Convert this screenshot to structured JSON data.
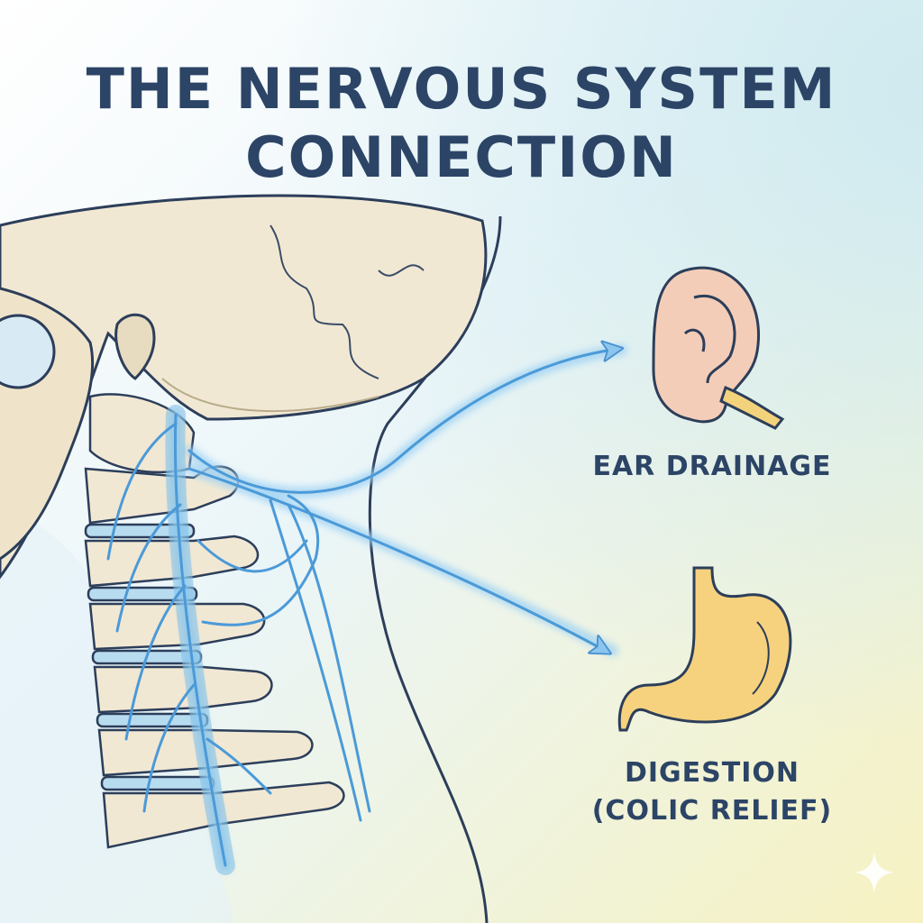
{
  "title": {
    "line1": "THE NERVOUS SYSTEM",
    "line2": "CONNECTION"
  },
  "labels": {
    "ear": "EAR DRAINAGE",
    "digestion_line1": "DIGESTION",
    "digestion_line2": "(COLIC RELIEF)"
  },
  "colors": {
    "title": "#2c4466",
    "nerve": "#5aaae6",
    "bone": "#f1e8d4",
    "ear": "#f4cdb8",
    "stomach": "#f6d27e"
  },
  "icons": [
    "skull-illustration",
    "cervical-spine-illustration",
    "nerve-illustration",
    "ear-icon",
    "stomach-icon",
    "sparkle-icon"
  ]
}
